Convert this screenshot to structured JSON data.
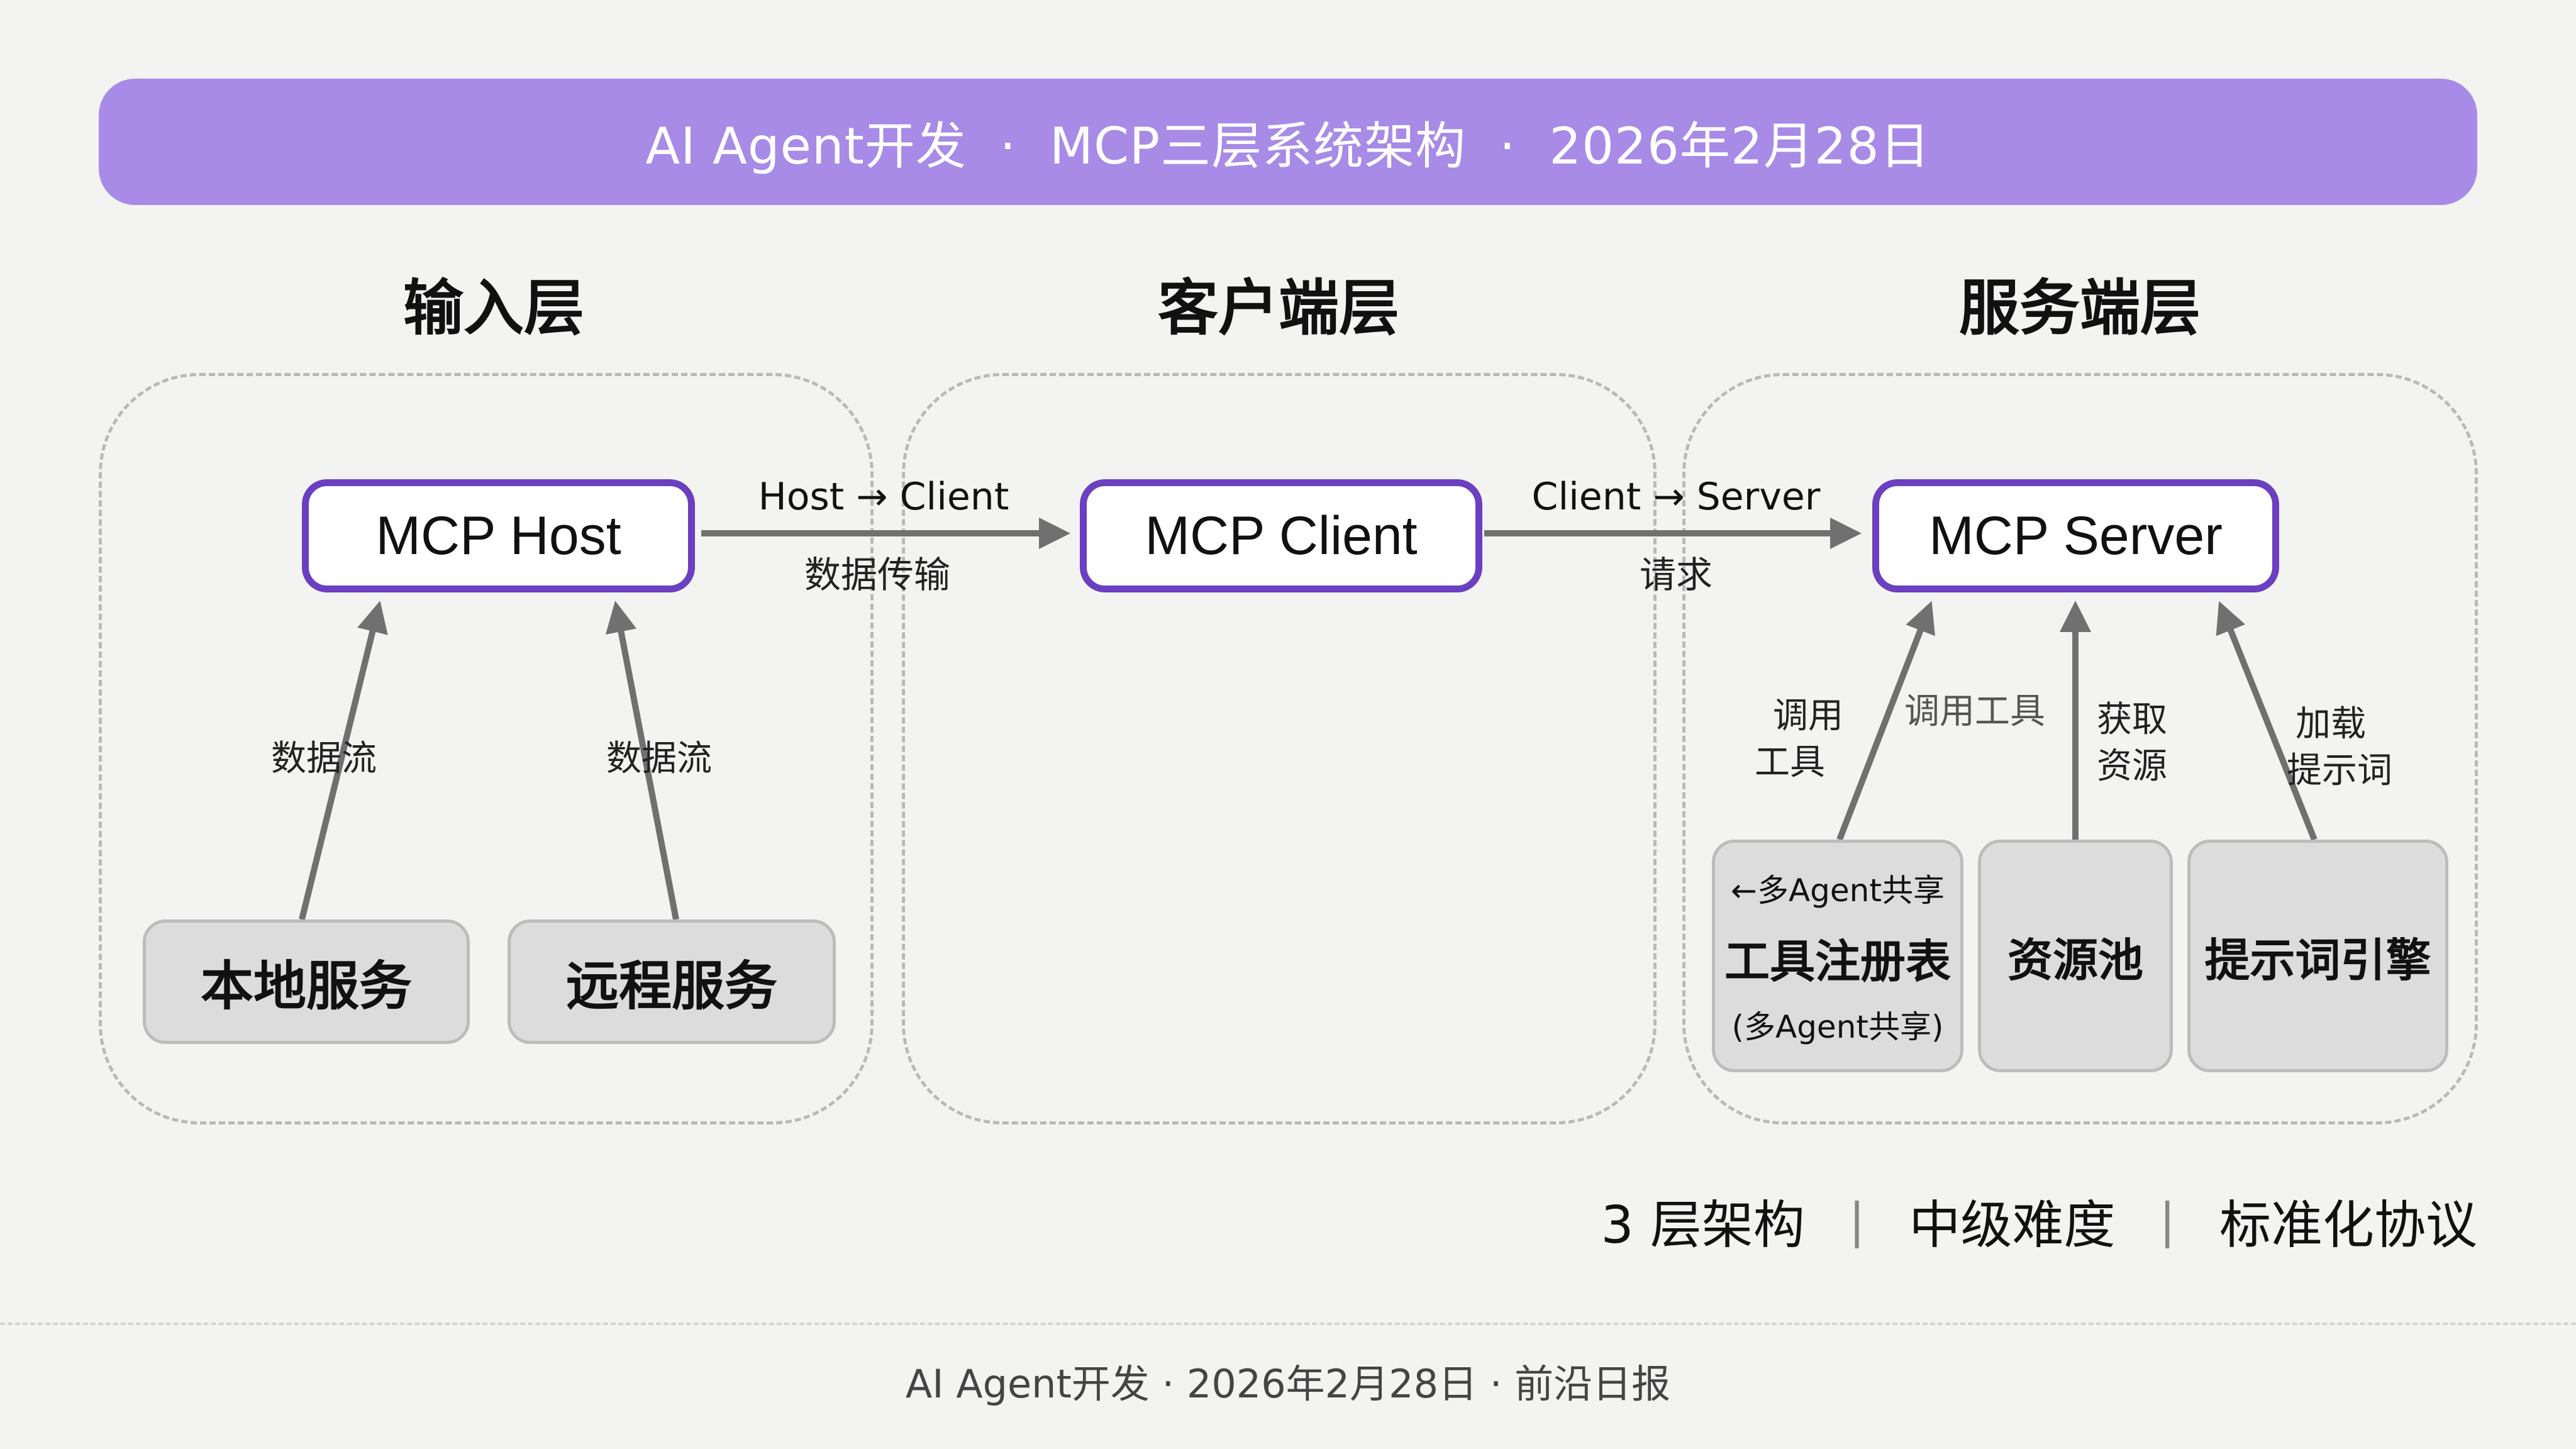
{
  "header": {
    "text": "AI Agent开发  ·  MCP三层系统架构  ·  2026年2月28日"
  },
  "layers": [
    {
      "title": "输入层"
    },
    {
      "title": "客户端层"
    },
    {
      "title": "服务端层"
    }
  ],
  "nodes": {
    "host": "MCP Host",
    "client": "MCP Client",
    "server": "MCP Server"
  },
  "sources": {
    "local": "本地服务",
    "remote": "远程服务"
  },
  "edges": {
    "host_client": {
      "label": "Host → Client",
      "sub": "数据传输"
    },
    "client_server": {
      "label": "Client → Server",
      "sub": "请求"
    },
    "local_flow": "数据流",
    "remote_flow": "数据流",
    "tool_call": {
      "line1": "调用",
      "line2": "工具"
    },
    "tool_call_ghost": "调用工具",
    "resource": {
      "line1": "获取",
      "line2": "资源"
    },
    "prompt": {
      "line1": "加载",
      "line2": "提示词"
    }
  },
  "server_components": {
    "tools": {
      "top": "←多Agent共享",
      "title": "工具注册表",
      "bottom": "(多Agent共享)"
    },
    "resources": {
      "title": "资源池"
    },
    "prompts": {
      "title": "提示词引擎"
    }
  },
  "tags": [
    "3 层架构",
    "中级难度",
    "标准化协议"
  ],
  "footer": "AI Agent开发 · 2026年2月28日 · 前沿日报",
  "colors": {
    "banner": "#a78be6",
    "node_border": "#6a3fc0",
    "arrow": "#707070"
  }
}
